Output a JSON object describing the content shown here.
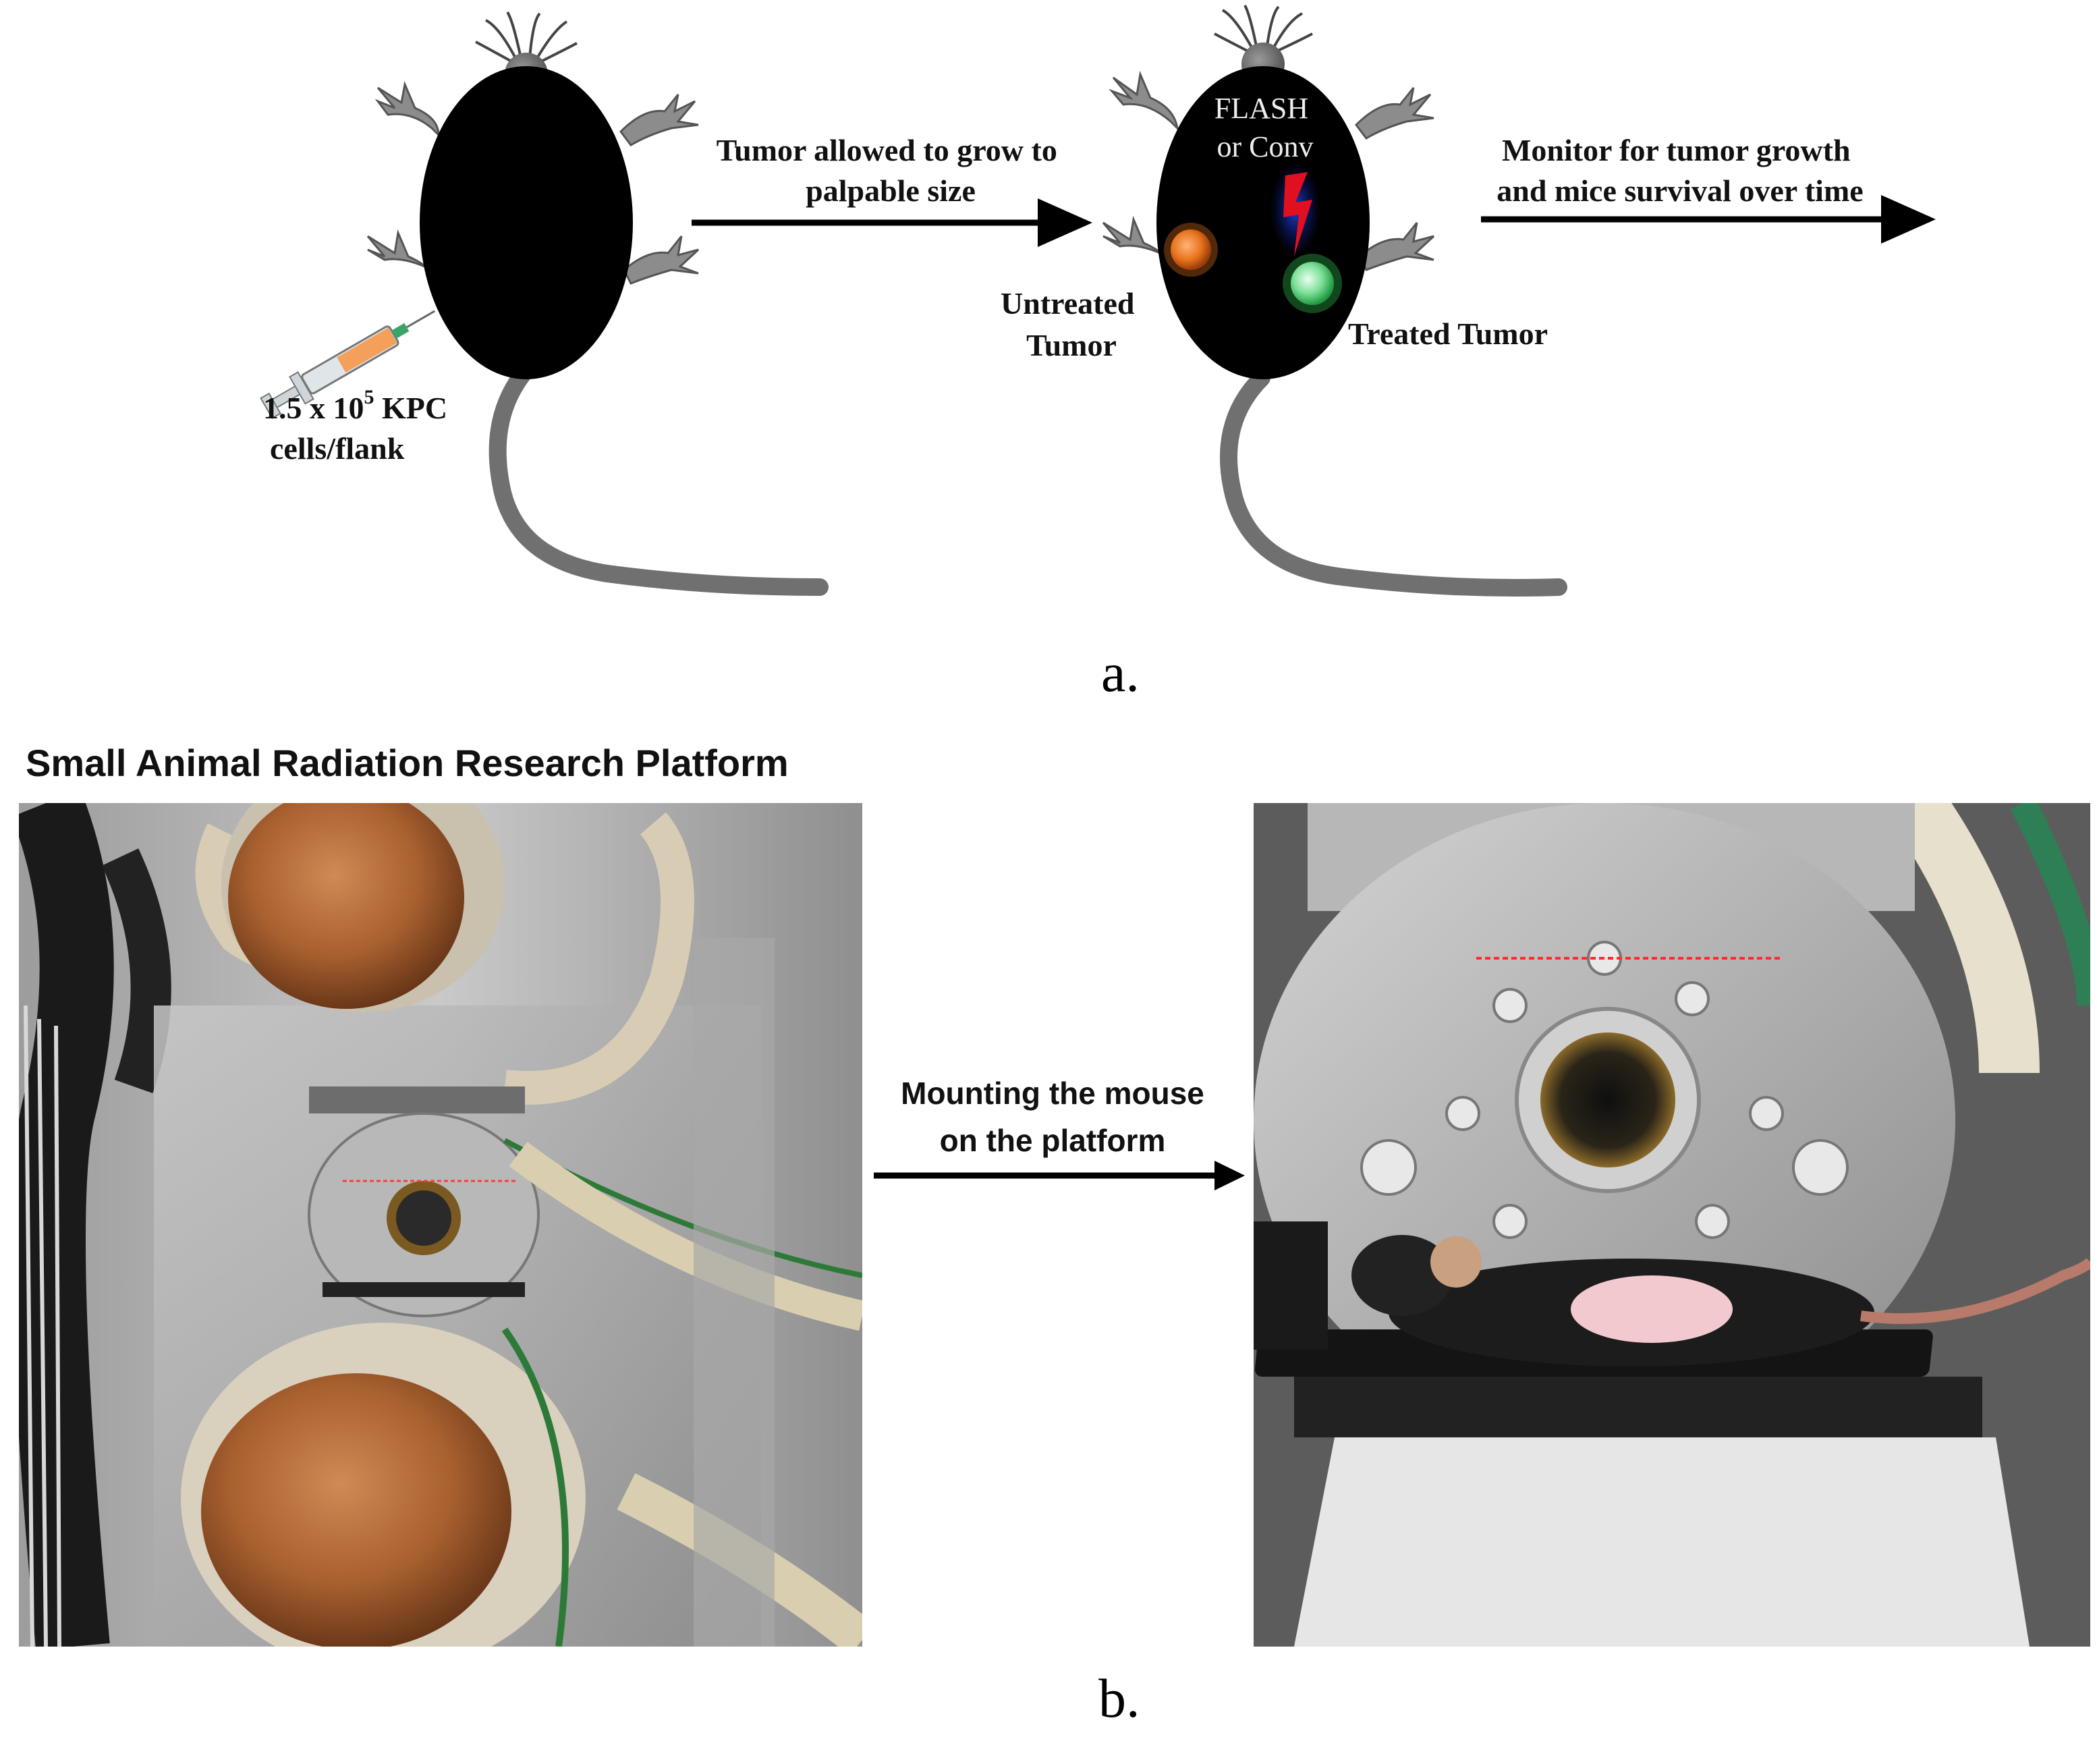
{
  "panel_a": {
    "step1_label_line1": "1.5 x 10",
    "step1_label_sup": "5",
    "step1_label_suffix": " KPC",
    "step1_label_line2": "cells/flank",
    "arrow1_line1": "Tumor allowed to grow to",
    "arrow1_line2": "palpable size",
    "treatment_line1": "FLASH",
    "treatment_line2": "or Conv",
    "untreated_line1": "Untreated",
    "untreated_line2": "Tumor",
    "treated_label": "Treated Tumor",
    "arrow2_line1": "Monitor for tumor growth",
    "arrow2_line2": "and mice survival over time",
    "panel_letter": "a."
  },
  "panel_b": {
    "title": "Small Animal Radiation Research Platform",
    "arrow_line1": "Mounting the mouse",
    "arrow_line2": "on the platform",
    "panel_letter": "b."
  },
  "colors": {
    "mouse_body": "#000000",
    "limbs": "#8c8c8c",
    "untreated_tumor": "#e8731c",
    "treated_tumor": "#5fd07a",
    "radiation_bolt": "#e01020",
    "copper": "#b0693a"
  }
}
